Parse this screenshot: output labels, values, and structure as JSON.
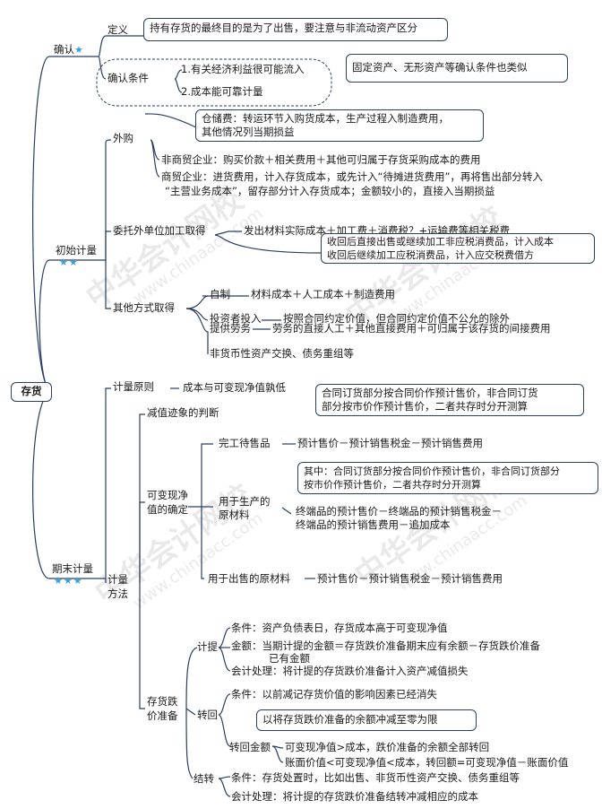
{
  "root": "存货",
  "stars2": "★★",
  "stars3": "★★★",
  "star1": "★",
  "s1": {
    "title": "确认",
    "def_label": "定义",
    "def_box": "持有存货的最终目的是为了出售，要注意与非流动资产区分",
    "cond_label": "确认条件",
    "cond1": "1.有关经济利益很可能流入",
    "cond2": "2.成本能可靠计量",
    "cond_note": "固定资产、无形资产等确认条件也类似"
  },
  "s2": {
    "title": "初始计量",
    "purchase": "外购",
    "purchase_note_1": "仓储费：转运环节入购货成本，生产过程入制造费用，",
    "purchase_note_2": "其他情况列当期损益",
    "nonmerchant": "非商贸企业：购买价款＋相关费用＋其他可归属于存货采购成本的费用",
    "merchant_1": "商贸企业：进货费用，计入存货成本，或先计入“待摊进货费用”，再将售出部分转入",
    "merchant_2": "“主营业务成本”，留存部分计入存货成本；金额较小的，直接入当期损益",
    "outsourced": "委托外单位加工取得",
    "outsourced_formula": "发出材料实际成本＋加工费＋消费税？+运输费等相关税费",
    "outsourced_note_1": "收回后直接出售或继续加工非应税消费品，计入成本",
    "outsourced_note_2": "收回后继续加工应税消费品，计入应交税费借方",
    "other": "其他方式取得",
    "self_made": "自制",
    "self_made_v": "材料成本＋人工成本＋制造费用",
    "investor": "投资者投入",
    "investor_v": "按照合同约定价值，但合同约定价值不公允的除外",
    "labor": "提供劳务",
    "labor_v": "劳务的直接人工＋其他直接费用＋可归属于该存货的间接费用",
    "nonmonetary": "非货币性资产交换、债务重组等"
  },
  "s3": {
    "title": "期末计量",
    "principle": "计量原则",
    "principle_v": "成本与可变现净值孰低",
    "method": "计量方法",
    "impair": "减值迹象的判断",
    "impair_note_1": "合同订货部分按合同价作预计售价，非合同订货",
    "impair_note_2": "部分按市价作预计售价，二者共存时分开测算",
    "nrv": "可变现净值的确定",
    "finished": "完工待售品",
    "finished_v": "预计售价－预计销售税金－预计销售费用",
    "prod_note_1": "其中：合同订货部分按合同价作预计售价，非合同订货部分",
    "prod_note_2": "按市价作预计售价，二者共存时分开测算",
    "prod_mat": "用于生产的原材料",
    "prod_mat_v1": "终端品的预计售价－终端品的预计销售税金－",
    "prod_mat_v2": "终端品的预计销售费用－追加成本",
    "sale_mat": "用于出售的原材料",
    "sale_mat_v": "预计售价－预计销售税金－预计销售费用",
    "provision": "存货跌价准备",
    "accrue": "计提",
    "accrue_c": "条件：资产负债表日，存货成本高于可变现净值",
    "accrue_a1": "金额：当期计提的金额＝存货跌价准备期末应有余额－存货跌价准备",
    "accrue_a2": "已有金额",
    "accrue_t": "会计处理：将计提的存货跌价准备计入资产减值损失",
    "reverse": "转回",
    "reverse_c": "条件：以前减记存货价值的影响因素已经消失",
    "reverse_note": "以将存货跌价准备的余额冲减至零为限",
    "reverse_amt": "转回金额",
    "reverse_amt1": "可变现净值>成本，跌价准备的余额全部转回",
    "reverse_amt2": "账面价值<可变现净值<成本，转回额=可变现净值－账面价值",
    "transfer": "结转",
    "transfer_c": "条件：存货处置时，比如出售、非货币性资产交换、债务重组等",
    "transfer_t": "会计处理：将计提的存货跌价准备结转冲减相应的成本"
  },
  "watermark": {
    "cn": "中华会计网校",
    "en": "www.chinaacc.com"
  }
}
